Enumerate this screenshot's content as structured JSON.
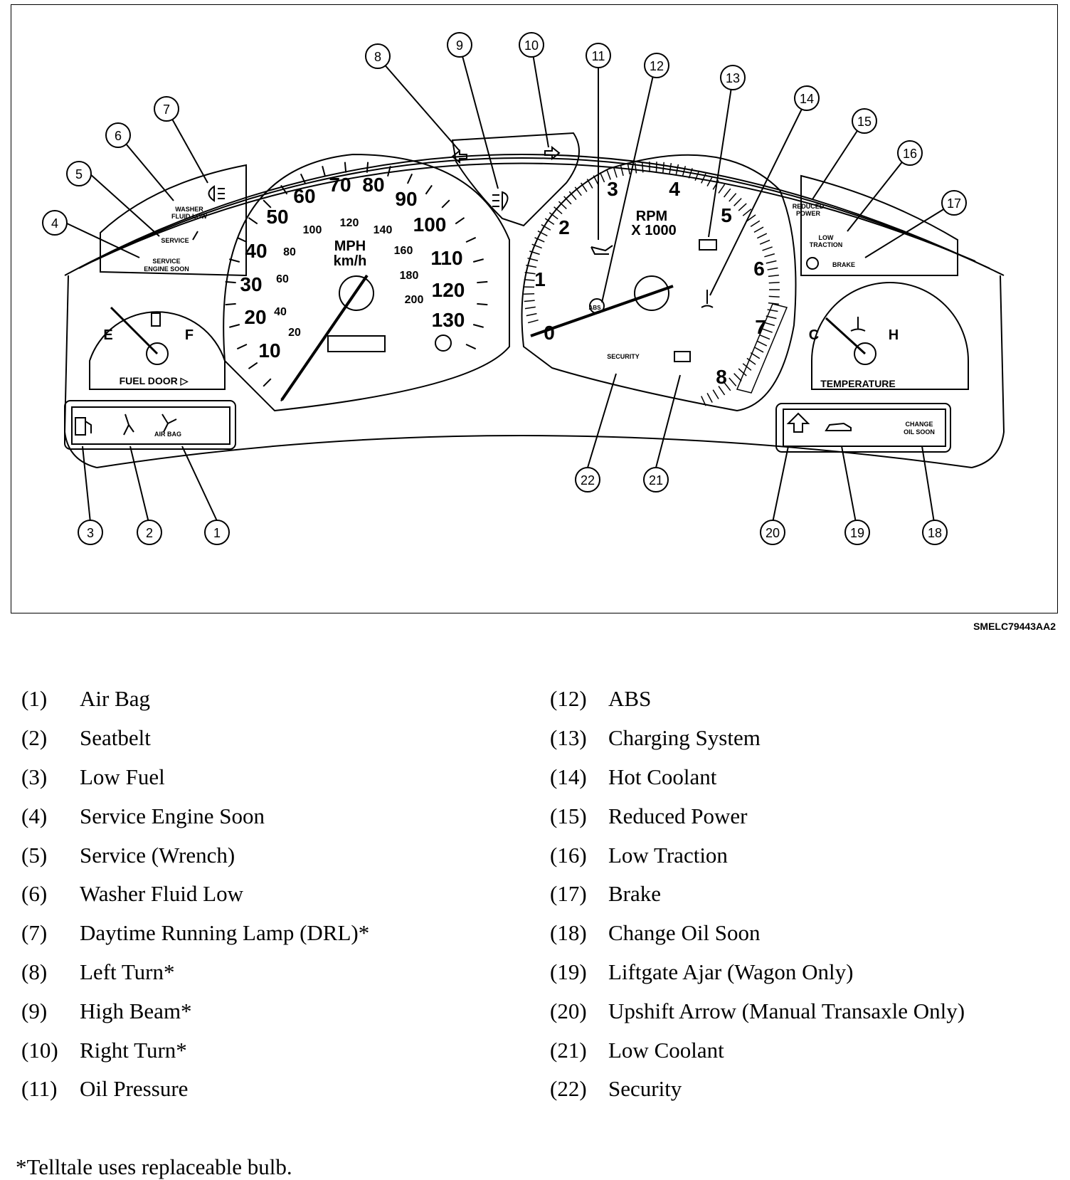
{
  "diagram": {
    "reference_code": "SMELC79443AA2",
    "speedometer": {
      "mph_ticks": [
        "10",
        "20",
        "30",
        "40",
        "50",
        "60",
        "70",
        "80",
        "90",
        "100",
        "110",
        "120",
        "130"
      ],
      "kmh_ticks": [
        "20",
        "40",
        "60",
        "80",
        "100",
        "120",
        "140",
        "160",
        "180",
        "200"
      ],
      "units_mph": "MPH",
      "units_kmh": "km/h"
    },
    "tachometer": {
      "ticks": [
        "0",
        "1",
        "2",
        "3",
        "4",
        "5",
        "6",
        "7",
        "8"
      ],
      "units_line1": "RPM",
      "units_line2": "X 1000"
    },
    "fuel_gauge": {
      "empty": "E",
      "full": "F",
      "caption": "FUEL DOOR ▷"
    },
    "temp_gauge": {
      "cold": "C",
      "hot": "H",
      "caption": "TEMPERATURE"
    },
    "panel_texts": {
      "washer": [
        "WASHER",
        "FLUID LOW"
      ],
      "service": "SERVICE",
      "service_engine": [
        "SERVICE",
        "ENGINE SOON"
      ],
      "reduced_power": [
        "REDUCED",
        "POWER"
      ],
      "low_traction": [
        "LOW",
        "TRACTION"
      ],
      "brake": "BRAKE",
      "airbag": "AIR BAG",
      "change_oil": [
        "CHANGE",
        "OIL SOON"
      ],
      "security": "SECURITY",
      "abs": "ABS"
    },
    "callouts": [
      "1",
      "2",
      "3",
      "4",
      "5",
      "6",
      "7",
      "8",
      "9",
      "10",
      "11",
      "12",
      "13",
      "14",
      "15",
      "16",
      "17",
      "18",
      "19",
      "20",
      "21",
      "22"
    ]
  },
  "legend_left": [
    {
      "num": "(1)",
      "label": "Air Bag"
    },
    {
      "num": "(2)",
      "label": "Seatbelt"
    },
    {
      "num": "(3)",
      "label": "Low Fuel"
    },
    {
      "num": "(4)",
      "label": "Service Engine Soon"
    },
    {
      "num": "(5)",
      "label": "Service (Wrench)"
    },
    {
      "num": "(6)",
      "label": "Washer Fluid Low"
    },
    {
      "num": "(7)",
      "label": "Daytime Running Lamp (DRL)*"
    },
    {
      "num": "(8)",
      "label": "Left Turn*"
    },
    {
      "num": "(9)",
      "label": "High Beam*"
    },
    {
      "num": "(10)",
      "label": "Right Turn*"
    },
    {
      "num": "(11)",
      "label": "Oil Pressure"
    }
  ],
  "legend_right": [
    {
      "num": "(12)",
      "label": "ABS"
    },
    {
      "num": "(13)",
      "label": "Charging System"
    },
    {
      "num": "(14)",
      "label": "Hot Coolant"
    },
    {
      "num": "(15)",
      "label": "Reduced Power"
    },
    {
      "num": "(16)",
      "label": "Low Traction"
    },
    {
      "num": "(17)",
      "label": "Brake"
    },
    {
      "num": "(18)",
      "label": "Change Oil Soon"
    },
    {
      "num": "(19)",
      "label": "Liftgate Ajar (Wagon Only)"
    },
    {
      "num": "(20)",
      "label": "Upshift Arrow (Manual Transaxle Only)"
    },
    {
      "num": "(21)",
      "label": "Low Coolant"
    },
    {
      "num": "(22)",
      "label": "Security"
    }
  ],
  "footnote": "*Telltale uses replaceable bulb."
}
